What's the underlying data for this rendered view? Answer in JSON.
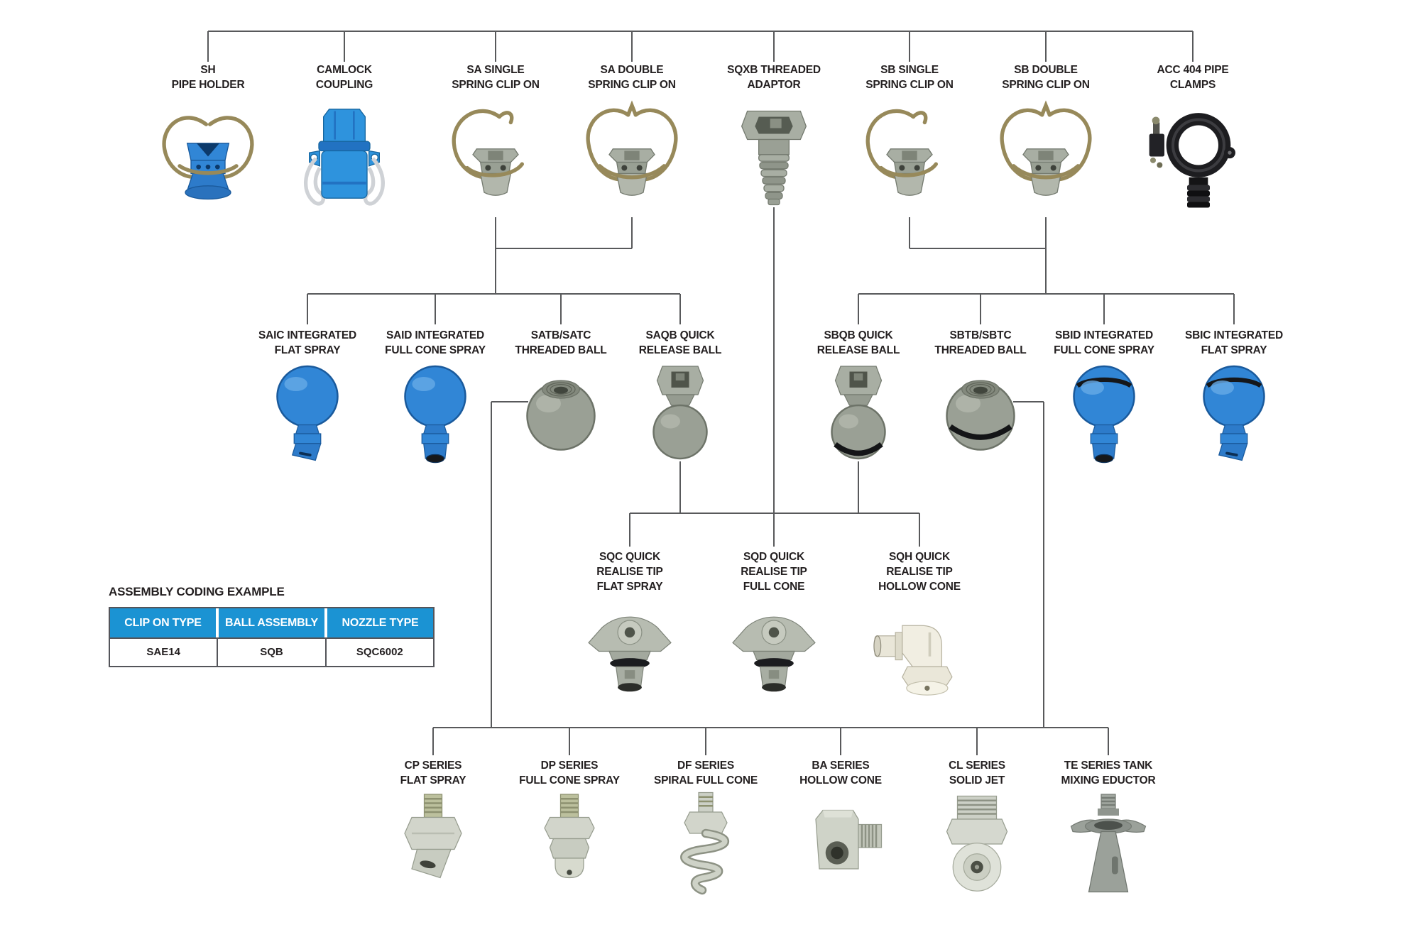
{
  "colors": {
    "background": "#ffffff",
    "connector_line": "#58595b",
    "label_text": "#231f20",
    "table_header_bg": "#1b93d3",
    "table_header_text": "#ffffff",
    "product_blue": "#3186d6",
    "product_gray": "#9aa095",
    "product_metal": "#d2d5cb",
    "clamp_black": "#1d1d20",
    "wire_olive": "#97895a"
  },
  "tree": {
    "row1": {
      "items": [
        {
          "code": "SH",
          "label": "SH\nPIPE HOLDER",
          "icon": "pipe-holder-icon"
        },
        {
          "code": "CAMLOCK",
          "label": "CAMLOCK\nCOUPLING",
          "icon": "camlock-coupling-icon"
        },
        {
          "code": "SA SINGLE",
          "label": "SA SINGLE\nSPRING CLIP ON",
          "icon": "spring-clip-single-icon"
        },
        {
          "code": "SA DOUBLE",
          "label": "SA DOUBLE\nSPRING CLIP ON",
          "icon": "spring-clip-double-icon"
        },
        {
          "code": "SQXB",
          "label": "SQXB THREADED\nADAPTOR",
          "icon": "threaded-adaptor-icon"
        },
        {
          "code": "SB SINGLE",
          "label": "SB SINGLE\nSPRING CLIP ON",
          "icon": "spring-clip-single-icon"
        },
        {
          "code": "SB DOUBLE",
          "label": "SB DOUBLE\nSPRING CLIP ON",
          "icon": "spring-clip-double-icon"
        },
        {
          "code": "ACC 404",
          "label": "ACC 404 PIPE\nCLAMPS",
          "icon": "pipe-clamp-icon"
        }
      ]
    },
    "row2": {
      "items": [
        {
          "code": "SAIC",
          "label": "SAIC INTEGRATED\nFLAT SPRAY",
          "icon": "integrated-flat-spray-icon"
        },
        {
          "code": "SAID",
          "label": "SAID INTEGRATED\nFULL CONE SPRAY",
          "icon": "integrated-full-cone-icon"
        },
        {
          "code": "SATB/SATC",
          "label": "SATB/SATC\nTHREADED BALL",
          "icon": "threaded-ball-icon"
        },
        {
          "code": "SAQB",
          "label": "SAQB QUICK\nRELEASE BALL",
          "icon": "quick-release-ball-icon"
        },
        {
          "code": "SBQB",
          "label": "SBQB QUICK\nRELEASE BALL",
          "icon": "quick-release-ball-icon"
        },
        {
          "code": "SBTB/SBTC",
          "label": "SBTB/SBTC\nTHREADED BALL",
          "icon": "threaded-ball-icon"
        },
        {
          "code": "SBID",
          "label": "SBID INTEGRATED\nFULL CONE SPRAY",
          "icon": "integrated-full-cone-icon"
        },
        {
          "code": "SBIC",
          "label": "SBIC INTEGRATED\nFLAT SPRAY",
          "icon": "integrated-flat-spray-icon"
        }
      ]
    },
    "row3": {
      "items": [
        {
          "code": "SQC",
          "label": "SQC QUICK\nREALISE TIP\nFLAT SPRAY",
          "icon": "quick-release-tip-icon"
        },
        {
          "code": "SQD",
          "label": "SQD QUICK\nREALISE TIP\nFULL CONE",
          "icon": "quick-release-tip-icon"
        },
        {
          "code": "SQH",
          "label": "SQH QUICK\nREALISE TIP\nHOLLOW CONE",
          "icon": "elbow-tip-icon"
        }
      ]
    },
    "row4": {
      "items": [
        {
          "code": "CP",
          "label": "CP SERIES\nFLAT SPRAY",
          "icon": "flat-spray-nozzle-icon"
        },
        {
          "code": "DP",
          "label": "DP SERIES\nFULL CONE SPRAY",
          "icon": "full-cone-nozzle-icon"
        },
        {
          "code": "DF",
          "label": "DF SERIES\nSPIRAL FULL CONE",
          "icon": "spiral-nozzle-icon"
        },
        {
          "code": "BA",
          "label": "BA SERIES\nHOLLOW CONE",
          "icon": "elbow-nozzle-icon"
        },
        {
          "code": "CL",
          "label": "CL SERIES\nSOLID JET",
          "icon": "solid-jet-nozzle-icon"
        },
        {
          "code": "TE",
          "label": "TE SERIES TANK\nMIXING EDUCTOR",
          "icon": "tank-eductor-icon"
        }
      ]
    }
  },
  "coding_example": {
    "title": "ASSEMBLY CODING EXAMPLE",
    "headers": [
      "CLIP ON TYPE",
      "BALL ASSEMBLY",
      "NOZZLE TYPE"
    ],
    "values": [
      "SAE14",
      "SQB",
      "SQC6002"
    ]
  }
}
